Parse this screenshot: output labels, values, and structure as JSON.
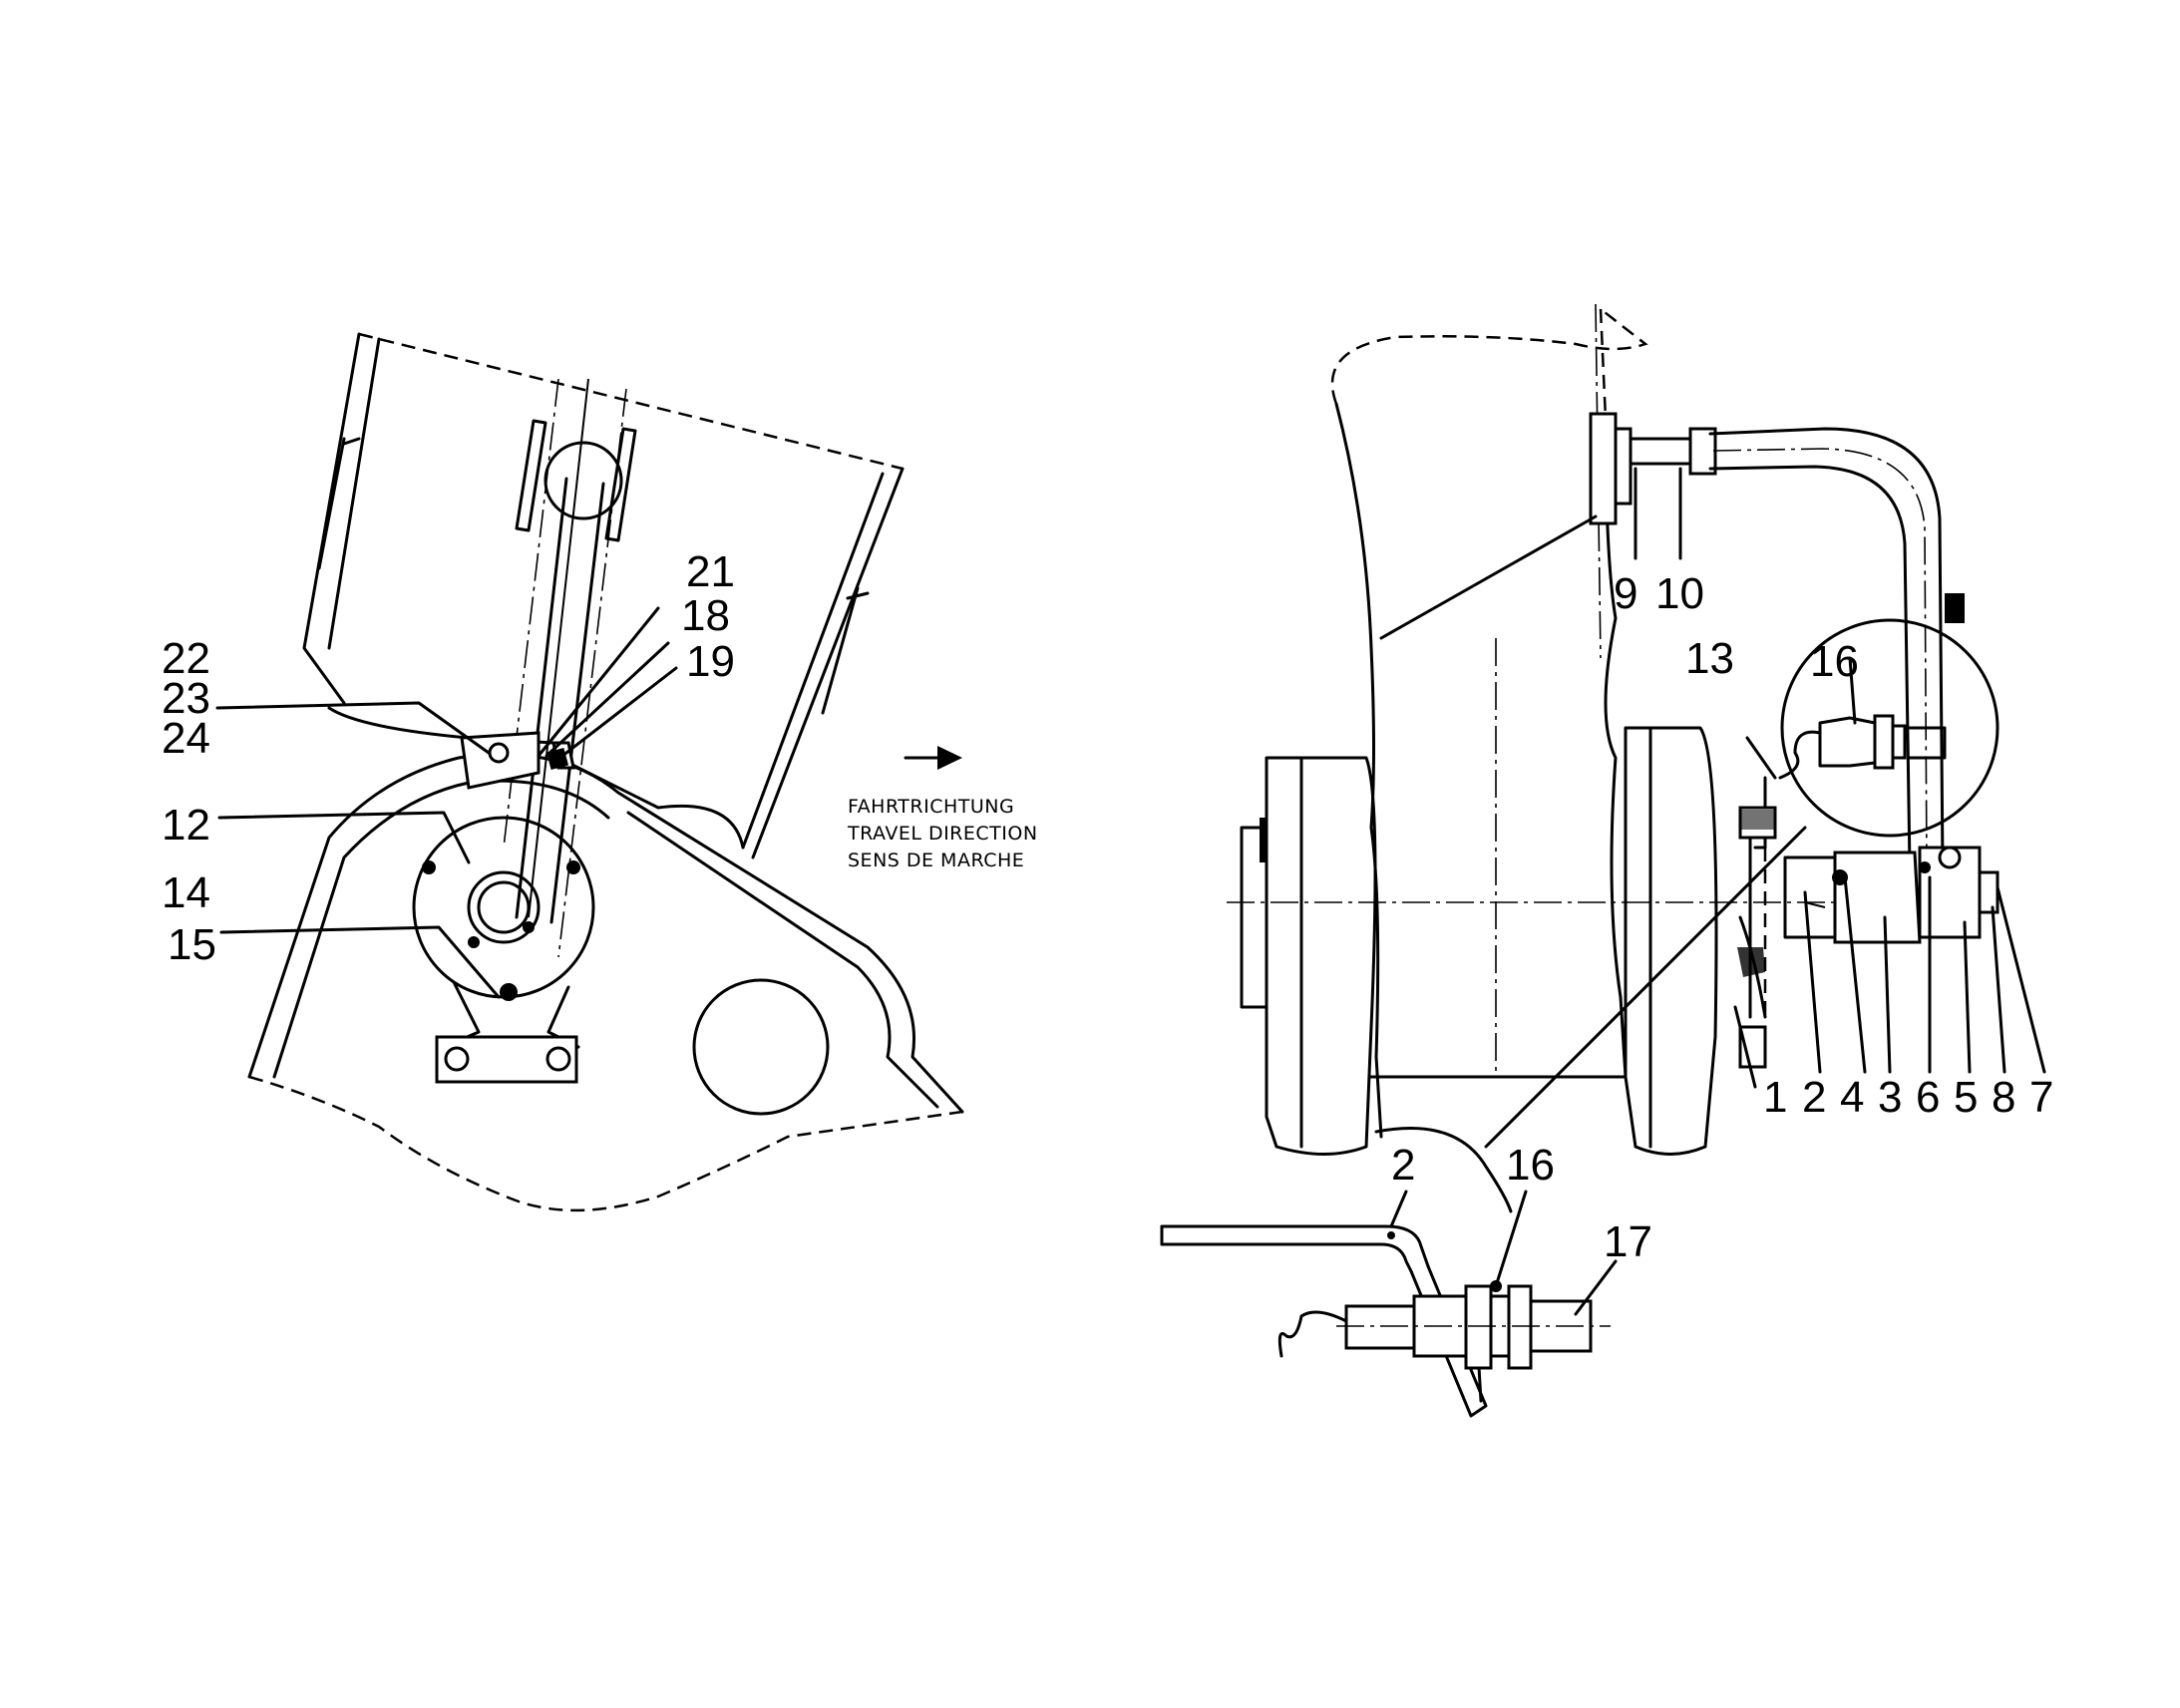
{
  "direction_note": {
    "line_de": "FAHRTRICHTUNG",
    "line_en": "TRAVEL DIRECTION",
    "line_fr": "SENS DE MARCHE"
  },
  "left_view_labels": {
    "l21": "21",
    "l18": "18",
    "l19": "19",
    "l22": "22",
    "l23": "23",
    "l24": "24",
    "l12": "12",
    "l14": "14",
    "l15": "15"
  },
  "right_view_labels": {
    "l9": "9",
    "l10": "10",
    "l13": "13",
    "l16_top": "16",
    "l1": "1",
    "l2": "2",
    "l4": "4",
    "l3": "3",
    "l6": "6",
    "l5": "5",
    "l8": "8",
    "l7": "7"
  },
  "detail_view_labels": {
    "l2": "2",
    "l16": "16",
    "l17": "17"
  },
  "icons": {
    "direction_arrow": "arrow-right-icon"
  }
}
